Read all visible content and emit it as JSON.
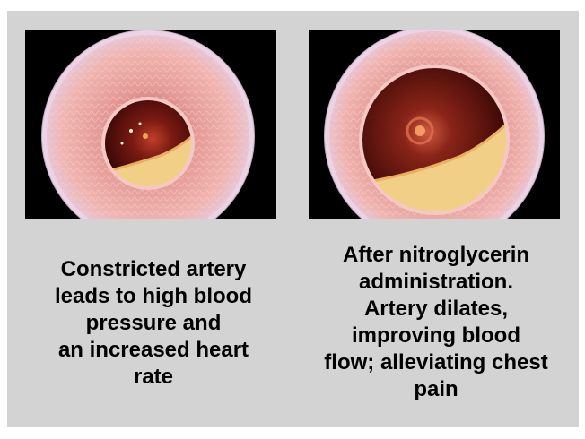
{
  "panels": [
    {
      "id": "constricted",
      "caption": "Constricted artery\nleads to high blood\npressure and\nan increased heart\nrate"
    },
    {
      "id": "dilated",
      "caption": "After nitroglycerin\nadministration.\nArtery dilates,\nimproving blood\nflow; alleviating chest\npain"
    }
  ],
  "colors": {
    "background": "#d3d3d3",
    "panel_background": "#000000",
    "vessel_wall": "#e8a0a0",
    "vessel_outer": "#e6c8dc",
    "lumen": "#5a0f0c",
    "plaque": "#f2d08a",
    "text": "#000000"
  }
}
